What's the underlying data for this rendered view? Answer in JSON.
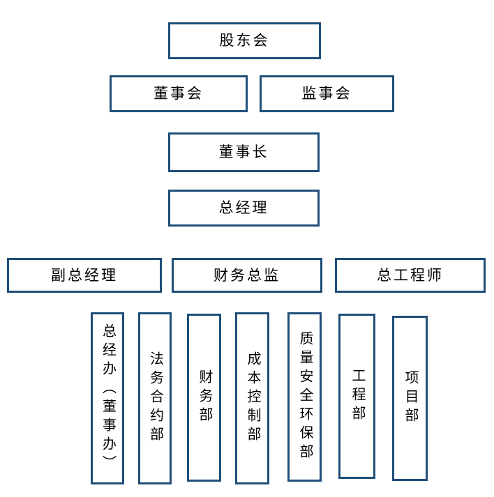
{
  "chart_data": {
    "type": "diagram",
    "title": "",
    "diagram_kind": "organizational-chart",
    "orientation": "top-down",
    "box_border_color": "#1F4E79",
    "box_fill_color": "#FFFFFF",
    "background_color": "#FFFFFF",
    "text_color": "#000000",
    "levels": [
      {
        "level": 1,
        "nodes": [
          "股东会"
        ]
      },
      {
        "level": 2,
        "nodes": [
          "董事会",
          "监事会"
        ]
      },
      {
        "level": 3,
        "nodes": [
          "董事长"
        ]
      },
      {
        "level": 4,
        "nodes": [
          "总经理"
        ]
      },
      {
        "level": 5,
        "nodes": [
          "副总经理",
          "财务总监",
          "总工程师"
        ]
      },
      {
        "level": 6,
        "nodes": [
          "总经办（董事办）",
          "法务合约部",
          "财务部",
          "成本控制部",
          "质量安全环保部",
          "工程部",
          "项目部"
        ]
      }
    ]
  },
  "chart": {
    "shareholders": {
      "label": "股东会"
    },
    "board": {
      "label": "董事会"
    },
    "supervisors": {
      "label": "监事会"
    },
    "chairman": {
      "label": "董事长"
    },
    "general_manager": {
      "label": "总经理"
    },
    "deputy_general_manager": {
      "label": "副总经理"
    },
    "cfo": {
      "label": "财务总监"
    },
    "chief_engineer": {
      "label": "总工程师"
    },
    "departments": [
      {
        "label": "总经办（董事办）"
      },
      {
        "label": "法务合约部"
      },
      {
        "label": "财务部"
      },
      {
        "label": "成本控制部"
      },
      {
        "label": "质量安全环保部"
      },
      {
        "label": "工程部"
      },
      {
        "label": "项目部"
      }
    ]
  }
}
